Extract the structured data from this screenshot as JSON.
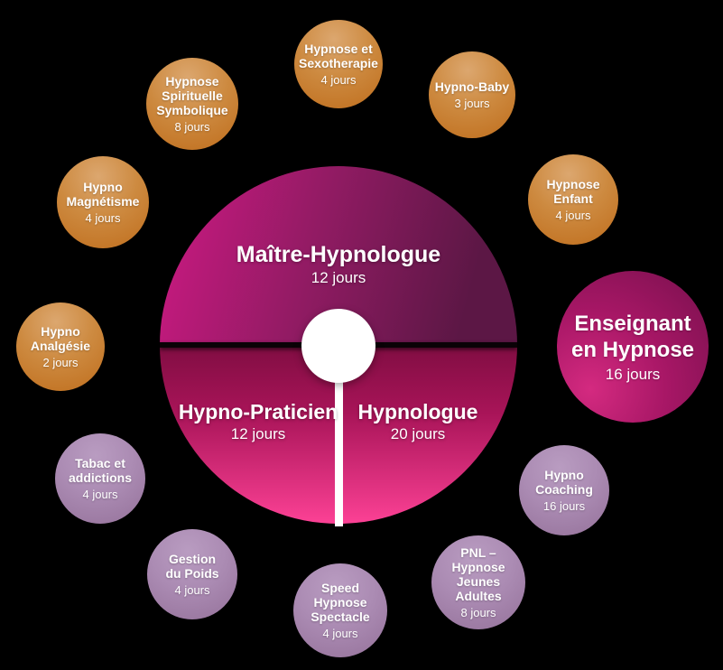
{
  "diagram": {
    "center": {
      "top": {
        "label": "Maître-Hypnologue",
        "days": "12 jours"
      },
      "bottom_left": {
        "label": "Hypno-Praticien",
        "days": "12 jours"
      },
      "bottom_right": {
        "label": "Hypnologue",
        "days": "20 jours"
      }
    },
    "featured": {
      "label": "Enseignant\nen Hypnose",
      "days": "16 jours"
    },
    "satellites": [
      {
        "label": "Hypnose et\nSexotherapie",
        "days": "4 jours",
        "group": "orange"
      },
      {
        "label": "Hypno-Baby",
        "days": "3 jours",
        "group": "orange"
      },
      {
        "label": "Hypnose\nEnfant",
        "days": "4 jours",
        "group": "orange"
      },
      {
        "label": "Hypno\nCoaching",
        "days": "16 jours",
        "group": "purple"
      },
      {
        "label": "PNL –\nHypnose\nJeunes\nAdultes",
        "days": "8 jours",
        "group": "purple"
      },
      {
        "label": "Speed\nHypnose\nSpectacle",
        "days": "4 jours",
        "group": "purple"
      },
      {
        "label": "Gestion\ndu Poids",
        "days": "4 jours",
        "group": "purple"
      },
      {
        "label": "Tabac et\naddictions",
        "days": "4 jours",
        "group": "purple"
      },
      {
        "label": "Hypno\nAnalgésie",
        "days": "2 jours",
        "group": "orange"
      },
      {
        "label": "Hypno\nMagnétisme",
        "days": "4 jours",
        "group": "orange"
      },
      {
        "label": "Hypnose\nSpirituelle\nSymbolique",
        "days": "8 jours",
        "group": "orange"
      }
    ],
    "colors": {
      "background": "#000000",
      "orange_light": "#dca76f",
      "orange_dark": "#bf6d1c",
      "purple_light": "#b99cc1",
      "purple_dark": "#947199",
      "center_top_left": "#c81a80",
      "center_top_right": "#5c1745",
      "center_bottom_top": "#800d42",
      "center_bottom_bottom": "#fc4195",
      "featured_light": "#d42a80",
      "featured_dark": "#77104d",
      "hub": "#ffffff"
    }
  }
}
